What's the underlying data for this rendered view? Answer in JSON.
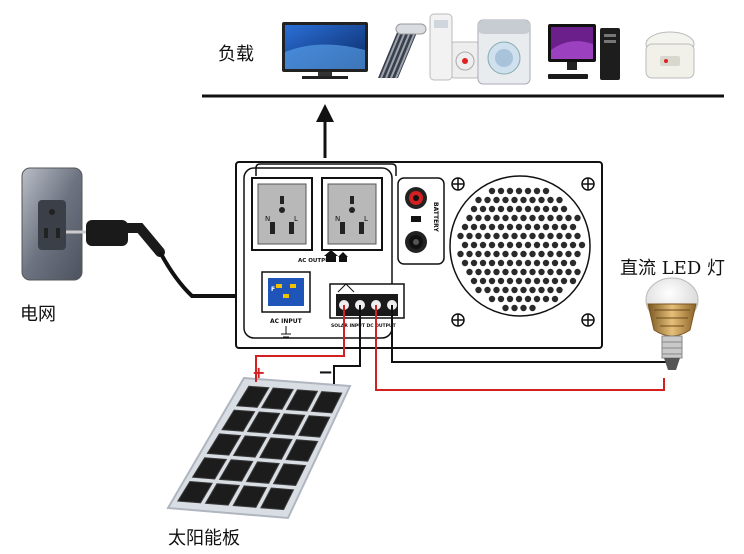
{
  "labels": {
    "load": "负载",
    "grid": "电网",
    "solar_panel": "太阳能板",
    "dc_led_lamp": "直流 LED 灯"
  },
  "inverter": {
    "ac_output_label": "AC OUTPUT",
    "ac_input_label": "AC INPUT",
    "battery_label": "BATTERY",
    "terminal_label": "SOLAR INPUT  DC OUTPUT",
    "socket_left_n": "N",
    "socket_left_l": "L",
    "socket_right_n": "N",
    "socket_right_l": "L",
    "fuse_label": "F"
  },
  "polarity": {
    "plus": "+",
    "minus": "−"
  },
  "loads": [
    "tv-icon",
    "solar-water-heater-icon",
    "air-conditioner-icon",
    "washing-machine-icon",
    "desktop-computer-icon",
    "rice-cooker-icon"
  ],
  "colors": {
    "wire_red": "#d42020",
    "wire_black": "#111111",
    "panel_blue": "#4a7fc0",
    "lamp_gold": "#c89a3c"
  }
}
